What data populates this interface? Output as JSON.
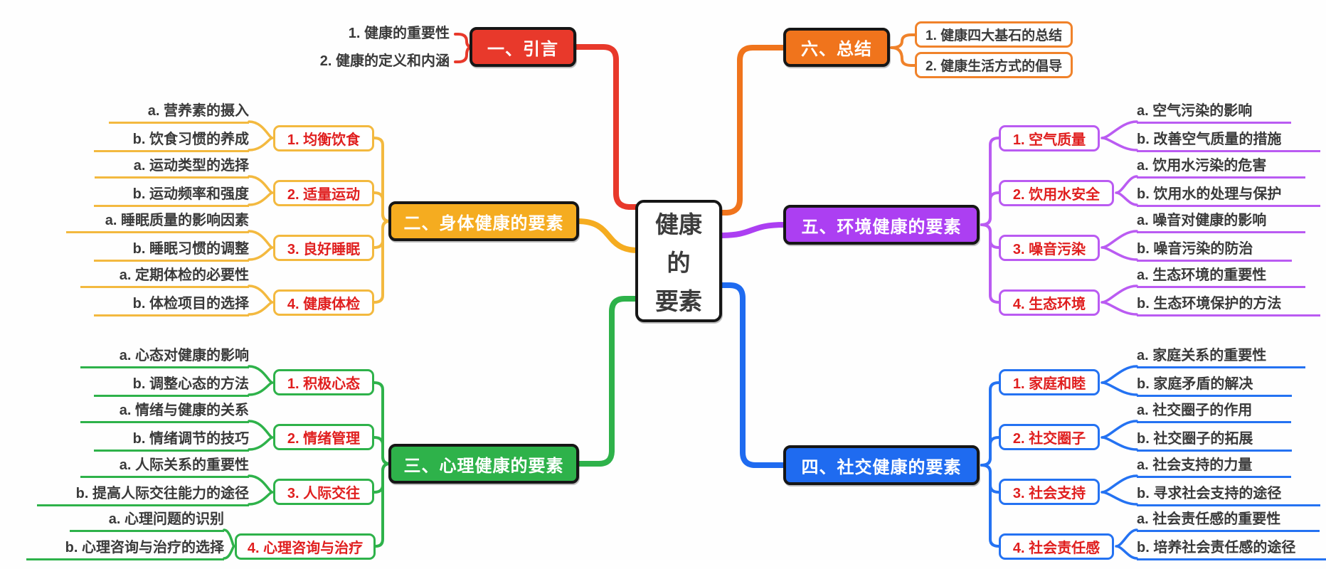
{
  "title": "健康的要素思维导图",
  "center": {
    "text": "健康的要素",
    "line1": "健康",
    "line2": "的",
    "line3": "要素"
  },
  "colors": {
    "intro": "#e8392b",
    "body": "#f5ac20",
    "mind": "#2eb24a",
    "social": "#1f6bf0",
    "env": "#ac3ff2",
    "summary": "#f0741c",
    "subnode_text": "#e01f1f",
    "leaf_text": "#3a3a3a",
    "node_border": "#161616"
  },
  "branches": {
    "intro": {
      "label": "一、引言",
      "items": [
        "1. 健康的重要性",
        "2. 健康的定义和内涵"
      ]
    },
    "body": {
      "label": "二、身体健康的要素",
      "subnodes": [
        {
          "label": "1. 均衡饮食",
          "a": "a. 营养素的摄入",
          "b": "b. 饮食习惯的养成"
        },
        {
          "label": "2. 适量运动",
          "a": "a. 运动类型的选择",
          "b": "b. 运动频率和强度"
        },
        {
          "label": "3. 良好睡眠",
          "a": "a. 睡眠质量的影响因素",
          "b": "b. 睡眠习惯的调整"
        },
        {
          "label": "4. 健康体检",
          "a": "a. 定期体检的必要性",
          "b": "b. 体检项目的选择"
        }
      ]
    },
    "mind": {
      "label": "三、心理健康的要素",
      "subnodes": [
        {
          "label": "1. 积极心态",
          "a": "a. 心态对健康的影响",
          "b": "b. 调整心态的方法"
        },
        {
          "label": "2. 情绪管理",
          "a": "a. 情绪与健康的关系",
          "b": "b. 情绪调节的技巧"
        },
        {
          "label": "3. 人际交往",
          "a": "a. 人际关系的重要性",
          "b": "b. 提高人际交往能力的途径"
        },
        {
          "label": "4. 心理咨询与治疗",
          "a": "a. 心理问题的识别",
          "b": "b. 心理咨询与治疗的选择"
        }
      ]
    },
    "social": {
      "label": "四、社交健康的要素",
      "subnodes": [
        {
          "label": "1. 家庭和睦",
          "a": "a. 家庭关系的重要性",
          "b": "b. 家庭矛盾的解决"
        },
        {
          "label": "2. 社交圈子",
          "a": "a. 社交圈子的作用",
          "b": "b. 社交圈子的拓展"
        },
        {
          "label": "3. 社会支持",
          "a": "a. 社会支持的力量",
          "b": "b. 寻求社会支持的途径"
        },
        {
          "label": "4. 社会责任感",
          "a": "a. 社会责任感的重要性",
          "b": "b. 培养社会责任感的途径"
        }
      ]
    },
    "env": {
      "label": "五、环境健康的要素",
      "subnodes": [
        {
          "label": "1. 空气质量",
          "a": "a. 空气污染的影响",
          "b": "b. 改善空气质量的措施"
        },
        {
          "label": "2. 饮用水安全",
          "a": "a. 饮用水污染的危害",
          "b": "b. 饮用水的处理与保护"
        },
        {
          "label": "3. 噪音污染",
          "a": "a. 噪音对健康的影响",
          "b": "b. 噪音污染的防治"
        },
        {
          "label": "4. 生态环境",
          "a": "a. 生态环境的重要性",
          "b": "b. 生态环境保护的方法"
        }
      ]
    },
    "summary": {
      "label": "六、总结",
      "items": [
        "1. 健康四大基石的总结",
        "2. 健康生活方式的倡导"
      ]
    }
  }
}
